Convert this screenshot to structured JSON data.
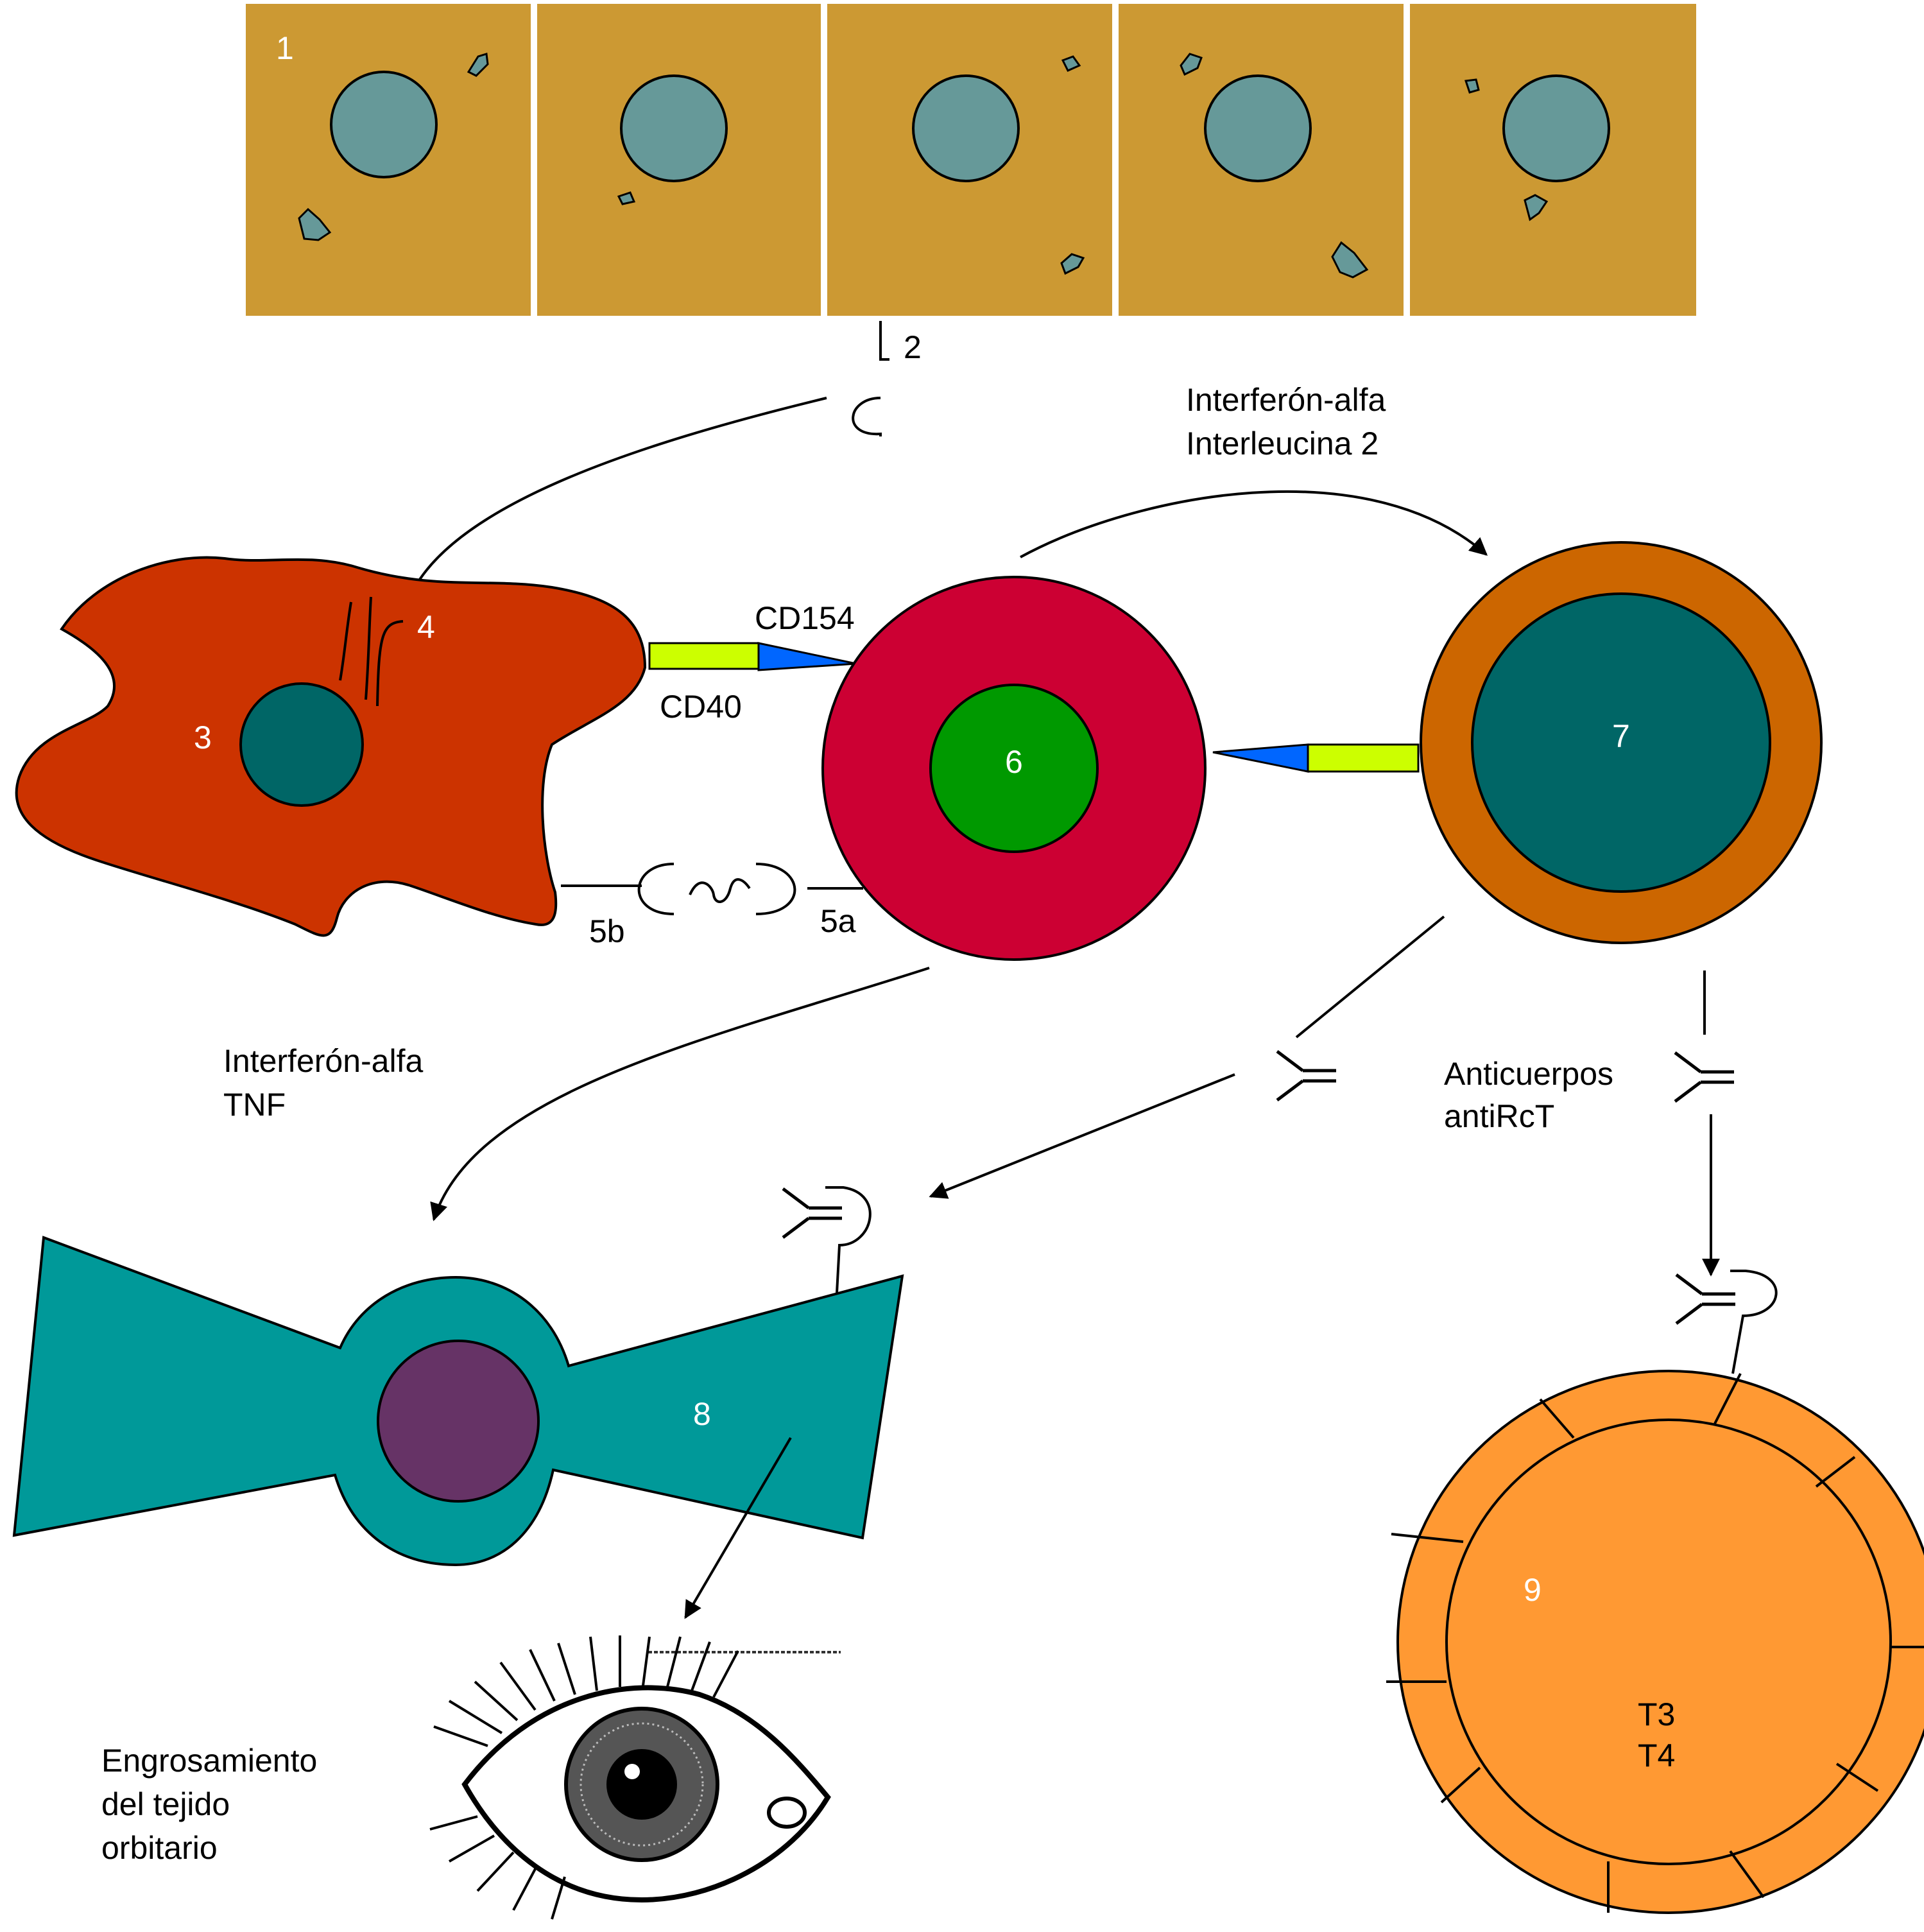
{
  "colors": {
    "epithelium": "#CC9933",
    "epithelium_nucleus": "#669999",
    "apc_cell": "#CC3300",
    "apc_nucleus": "#006666",
    "tcell_outer": "#CC0033",
    "tcell_nucleus": "#009900",
    "bcell_outer": "#CC6600",
    "bcell_nucleus": "#006666",
    "fibroblast": "#009999",
    "fibroblast_nucleus": "#663366",
    "thyroid_cell": "#FF9933",
    "cd40": "#CCFF00",
    "cd154": "#0066FF"
  },
  "labels": {
    "n1": "1",
    "n2": "2",
    "n3": "3",
    "n4": "4",
    "n5a": "5a",
    "n5b": "5b",
    "n6": "6",
    "n7": "7",
    "n8": "8",
    "n9": "9",
    "cd154": "CD154",
    "cd40": "CD40",
    "cytokines_top_1": "Interferón-alfa",
    "cytokines_top_2": "Interleucina 2",
    "cytokines_left_1": "Interferón-alfa",
    "cytokines_left_2": "TNF",
    "antibodies_1": "Anticuerpos",
    "antibodies_2": "antiRcT",
    "hormone_1": "T3",
    "hormone_2": "T4",
    "outcome_1": "Engrosamiento",
    "outcome_2": "del tejido",
    "outcome_3": "orbitario"
  },
  "icons": [
    "thyroid-epithelium",
    "antigen",
    "antigen-presenting-cell",
    "t-helper-cell",
    "b-cell",
    "orbital-fibroblast",
    "eye-icon",
    "thyroid-follicular-cell",
    "antibody-icon",
    "tsh-receptor"
  ]
}
